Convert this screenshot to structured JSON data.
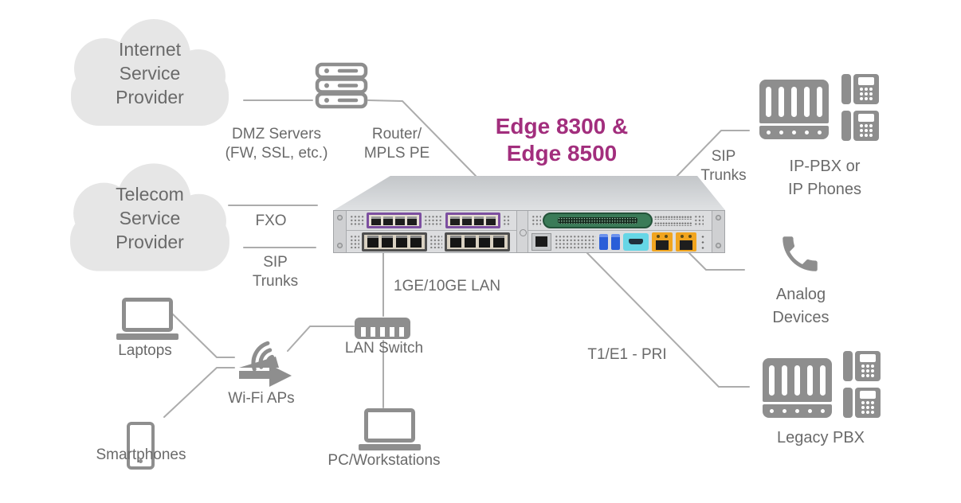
{
  "title": {
    "line1": "Edge 8300 &",
    "line2": "Edge 8500",
    "color": "#A22E7D"
  },
  "clouds": {
    "isp": {
      "line1": "Internet",
      "line2": "Service",
      "line3": "Provider"
    },
    "telecom": {
      "line1": "Telecom",
      "line2": "Service",
      "line3": "Provider"
    }
  },
  "labels": {
    "dmz": {
      "line1": "DMZ Servers",
      "line2": "(FW, SSL, etc.)"
    },
    "router": {
      "line1": "Router/",
      "line2": "MPLS PE"
    },
    "fxo": "FXO",
    "sip_left": {
      "line1": "SIP",
      "line2": "Trunks"
    },
    "lan_link": "1GE/10GE LAN",
    "lan_switch": "LAN Switch",
    "wifi": "Wi-Fi APs",
    "laptops": "Laptops",
    "smartphones": "Smartphones",
    "pc": "PC/Workstations",
    "sip_right": {
      "line1": "SIP",
      "line2": "Trunks"
    },
    "ip_pbx": {
      "line1": "IP-PBX or",
      "line2": "IP Phones"
    },
    "analog": {
      "line1": "Analog",
      "line2": "Devices"
    },
    "t1e1": "T1/E1 - PRI",
    "legacy_pbx": "Legacy PBX"
  },
  "icons": {
    "cloud": "cloud-shape",
    "server_stack": "dmz-servers",
    "wifi_ap": "wifi-access-point-arrow",
    "lan_switch": "switch-with-ports",
    "laptop": "laptop",
    "smartphone": "smartphone",
    "pbx_chassis": "pbx-chassis",
    "desk_phone": "desk-phone",
    "handset": "telephone-handset"
  },
  "colors": {
    "accent_title": "#A22E7D",
    "connector_line": "#ACACAC",
    "icon_gray": "#8E8E8E",
    "cloud_fill": "#E6E6E6",
    "text_gray": "#6A6A6A",
    "port_purple": "#7C4FA0",
    "port_orange": "#F1A51F",
    "usb_blue": "#2A5ED8",
    "display_cyan": "#66D6E6",
    "telco_green": "#3B7B58"
  }
}
